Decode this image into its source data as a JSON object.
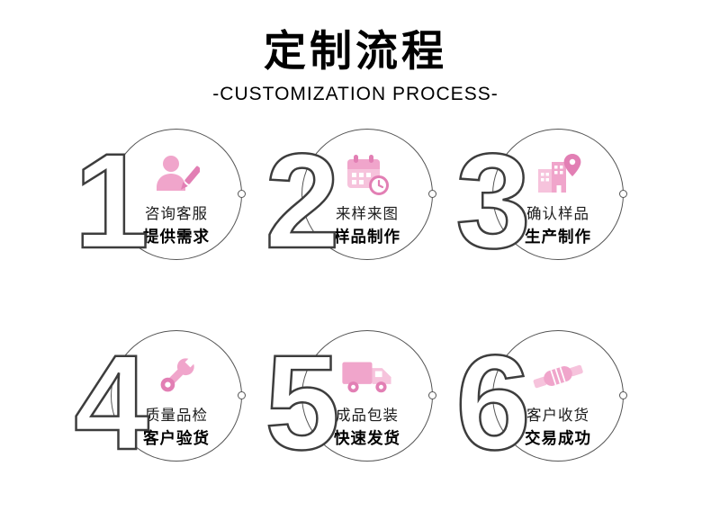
{
  "header": {
    "title": "定制流程",
    "subtitle": "-CUSTOMIZATION PROCESS-"
  },
  "steps": [
    {
      "number": "1",
      "icon": "customer-service-icon",
      "label": "咨询客服",
      "sublabel": "提供需求"
    },
    {
      "number": "2",
      "icon": "calendar-sample-icon",
      "label": "来样来图",
      "sublabel": "样品制作"
    },
    {
      "number": "3",
      "icon": "factory-location-icon",
      "label": "确认样品",
      "sublabel": "生产制作"
    },
    {
      "number": "4",
      "icon": "wrench-icon",
      "label": "质量品检",
      "sublabel": "客户验货"
    },
    {
      "number": "5",
      "icon": "delivery-truck-icon",
      "label": "成品包装",
      "sublabel": "快速发货"
    },
    {
      "number": "6",
      "icon": "handshake-icon",
      "label": "客户收货",
      "sublabel": "交易成功"
    }
  ],
  "colors": {
    "pink_light": "#f6c3dc",
    "pink_main": "#f0a5cb",
    "pink_deep": "#e27fb4",
    "outline_dark": "#3d3d3d",
    "circle_line": "#555555",
    "text_color": "#000000"
  }
}
